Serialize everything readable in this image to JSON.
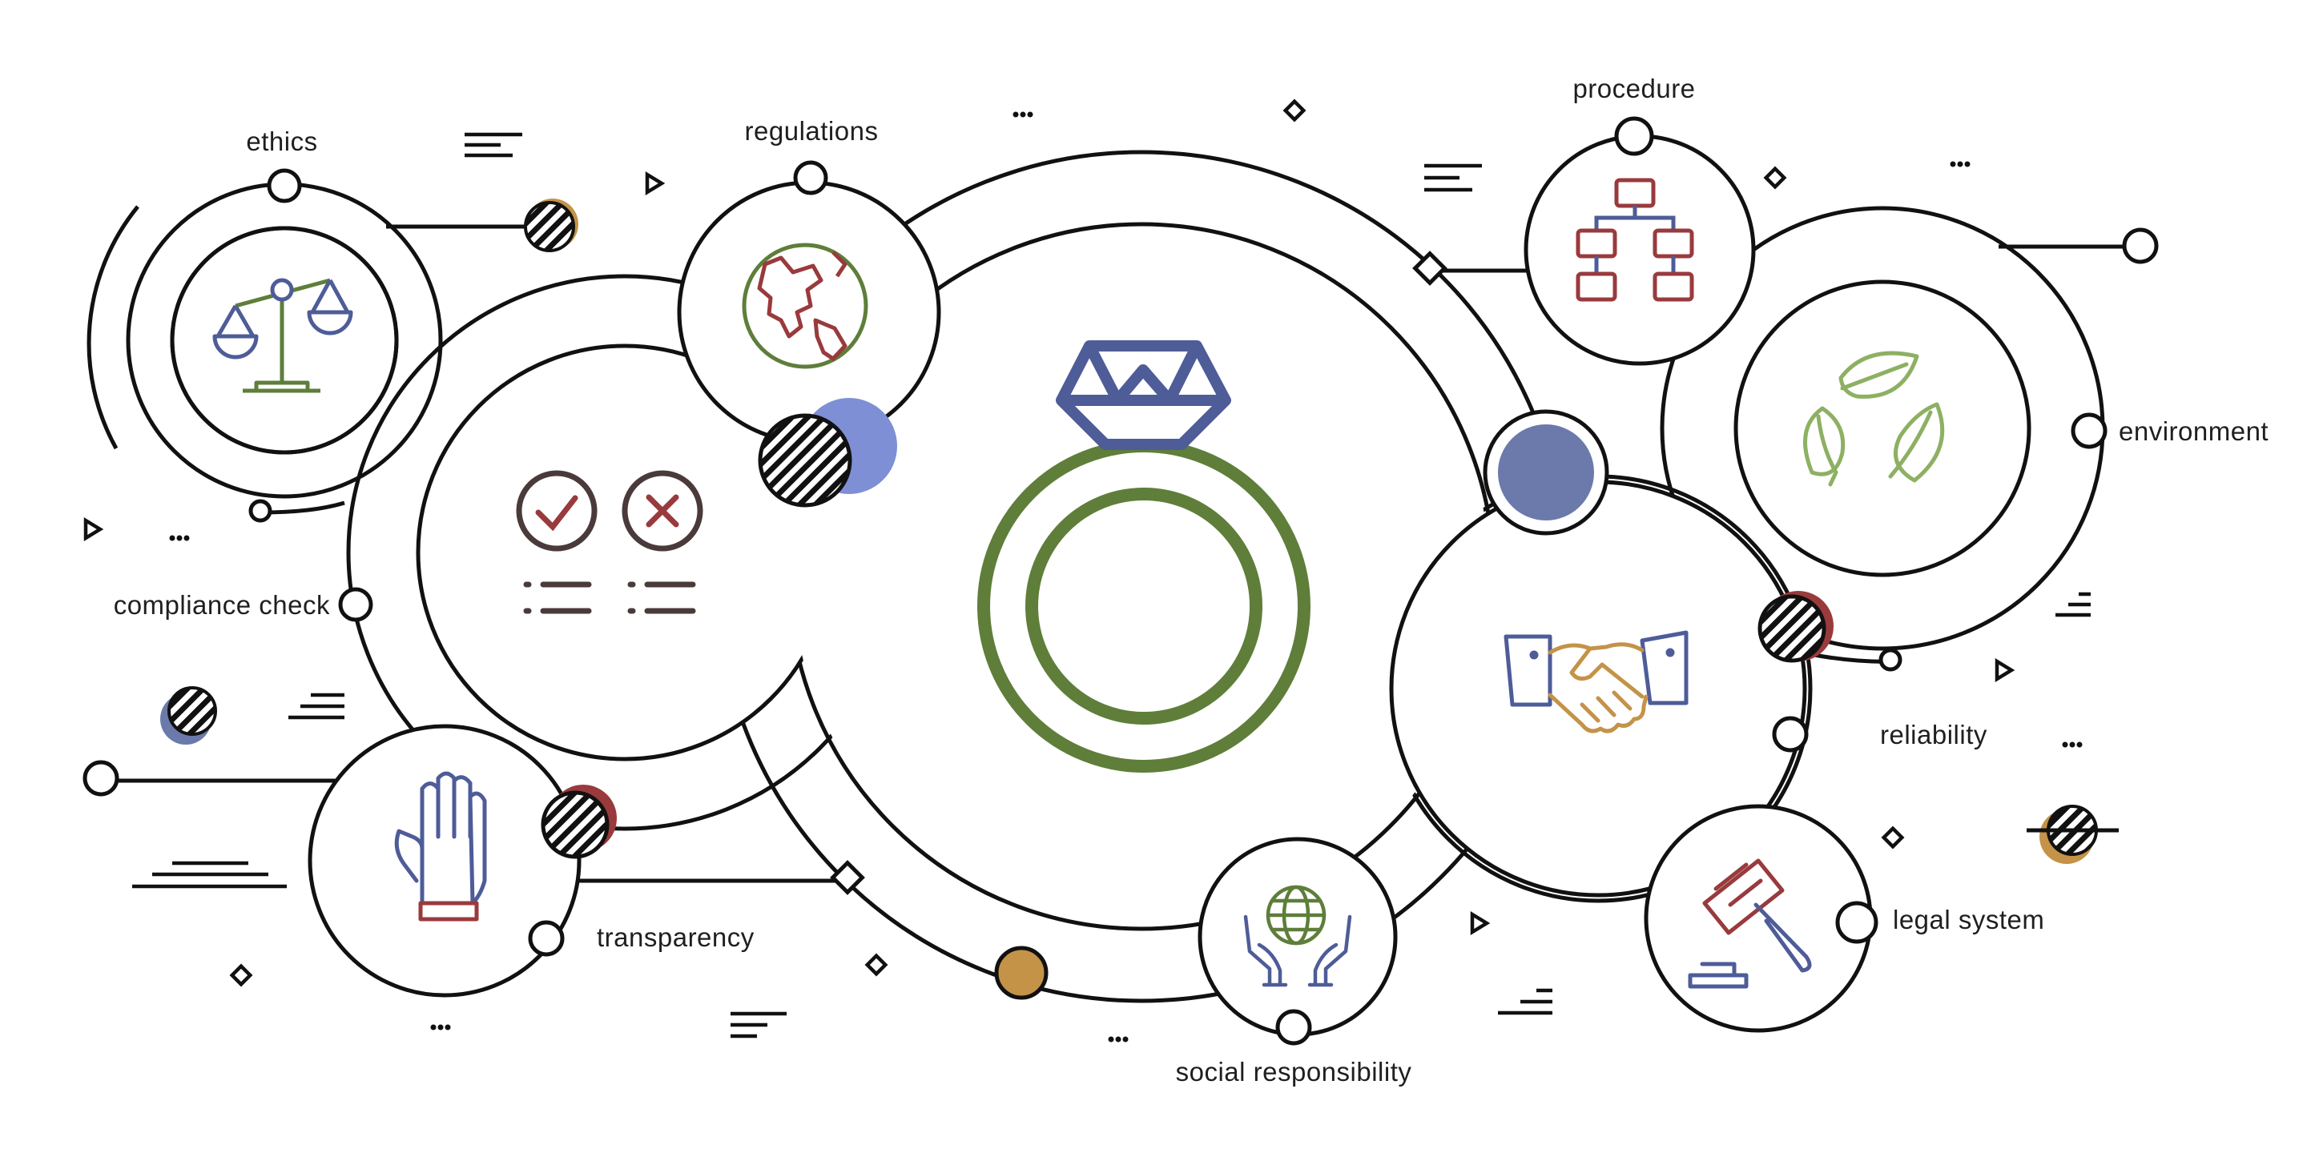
{
  "labels": {
    "ethics": "ethics",
    "regulations": "regulations",
    "procedure": "procedure",
    "environment": "environment",
    "compliance_check": "compliance check",
    "reliability": "reliability",
    "transparency": "transparency",
    "legal_system": "legal system",
    "social_responsibility": "social responsibility"
  },
  "icons": {
    "center": "diamond-ring-icon",
    "ethics": "balance-scale-icon",
    "regulations": "globe-icon",
    "procedure": "flowchart-icon",
    "environment": "recycle-leaves-icon",
    "compliance_check": "check-cross-list-icon",
    "reliability": "handshake-icon",
    "transparency": "raised-hand-icon",
    "legal_system": "gavel-icon",
    "social_responsibility": "hands-globe-icon"
  },
  "colors": {
    "green": "#5e7e3a",
    "navy": "#4e5c98",
    "red": "#993a3d",
    "gold": "#c49348",
    "periwinkle": "#7f8fd6",
    "slate": "#6b7aab",
    "outline": "#111111"
  }
}
